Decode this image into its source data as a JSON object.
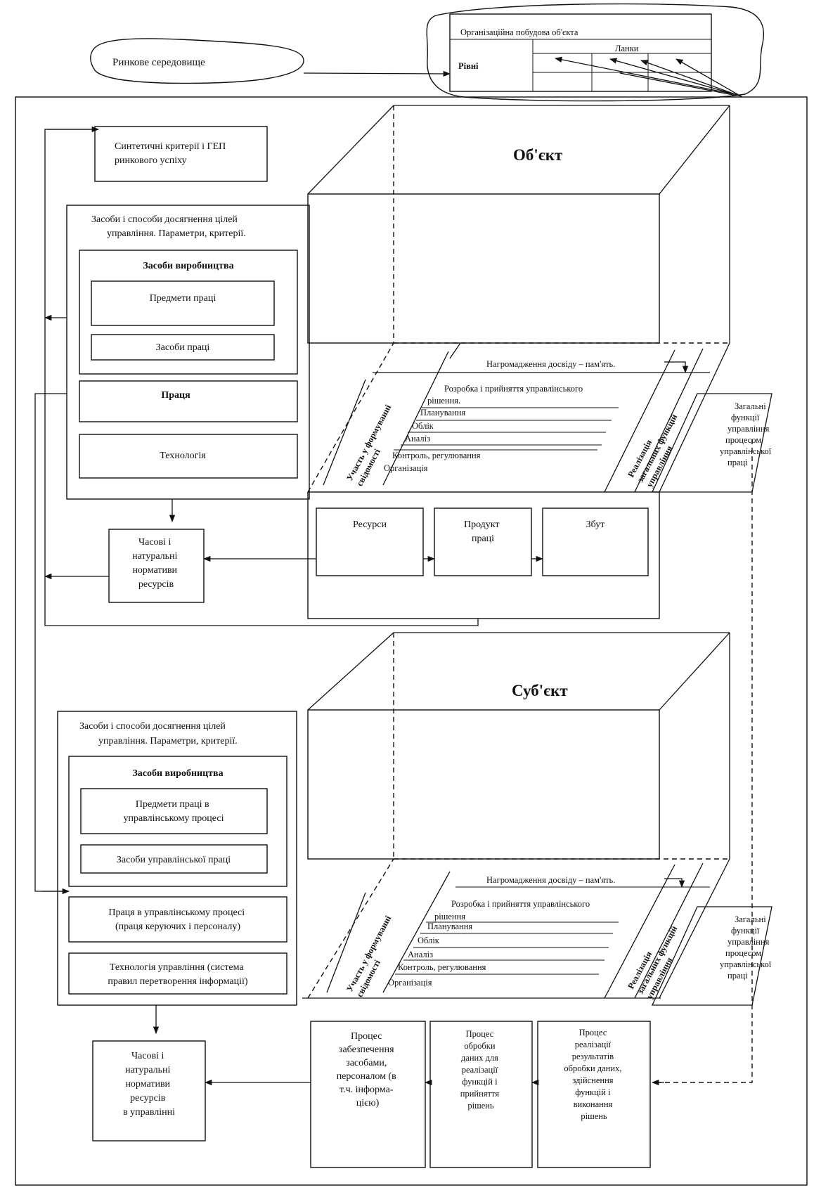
{
  "market": {
    "label": "Ринкове середовище"
  },
  "org_table": {
    "title": "Організаційна побудова об'єкта",
    "levels": "Рівні",
    "links": "Ланки"
  },
  "object": {
    "title": "Об'єкт",
    "criteria": [
      "Синтетичні критерії і ГЕП",
      "ринкового успіху"
    ],
    "means_header": [
      "Засоби і способи досягнення цілей",
      "управління. Параметри, критерії."
    ],
    "production_means": "Засоби виробництва",
    "labor_subjects": "Предмети праці",
    "labor_means": "Засоби праці",
    "labor": "Праця",
    "technology": "Технологія",
    "norms": [
      "Часові і",
      "натуральні",
      "нормативи",
      "ресурсів"
    ],
    "process_boxes": [
      {
        "lines": [
          "Ресурси"
        ]
      },
      {
        "lines": [
          "Продукт",
          "праці"
        ]
      },
      {
        "lines": [
          "Збут"
        ]
      }
    ],
    "side_left": [
      "Участь у формуванні",
      "свідомості"
    ],
    "side_right": [
      "Реалізація",
      "загальних функцій",
      "управління"
    ],
    "accumulation": "Нагромадження досвіду – пам'ять.",
    "functions": [
      "Розробка і прийняття управлінського",
      "рішення.",
      "Планування",
      "Облік",
      "Аналіз",
      "Контроль, регулювання",
      "Організація"
    ],
    "general_functions": [
      "Загальні",
      "функції",
      "управління",
      "процесом",
      "управлінської",
      "праці"
    ]
  },
  "subject": {
    "title": "Суб'єкт",
    "means_header": [
      "Засоби і способи досягнення цілей",
      "управління. Параметри, критерії."
    ],
    "production_means": "Засоби виробництва",
    "labor_subjects": [
      "Предмети праці в",
      "управлінському процесі"
    ],
    "labor_means": "Засоби управлінської праці",
    "labor": [
      "Праця в управлінському процесі",
      "(праця керуючих і персоналу)"
    ],
    "technology": [
      "Технологія управління (система",
      "правил перетворення інформації)"
    ],
    "norms": [
      "Часові і",
      "натуральні",
      "нормативи",
      "ресурсів",
      "в управлінні"
    ],
    "process_boxes": [
      {
        "lines": [
          "Процес",
          "забезпечення",
          "засобами,",
          "персоналом (в",
          "т.ч. інформа-",
          "цією)"
        ]
      },
      {
        "lines": [
          "Процес",
          "обробки",
          "даних для",
          "реалізації",
          "функцій і",
          "прийняття",
          "рішень"
        ]
      },
      {
        "lines": [
          "Процес",
          "реалізації",
          "результатів",
          "обробки даних,",
          "здійснення",
          "функцій і",
          "виконання",
          "рішень"
        ]
      }
    ],
    "side_left": [
      "Участь у формуванні",
      "свідомості"
    ],
    "side_right": [
      "Реалізація",
      "загальних функцій",
      "управління"
    ],
    "accumulation": "Нагромадження досвіду – пам'ять.",
    "functions": [
      "Розробка і прийняття управлінського",
      "рішення",
      "Планування",
      "Облік",
      "Аналіз",
      "Контроль, регулювання",
      "Організація"
    ],
    "general_functions": [
      "Загальні",
      "функції",
      "управління",
      "процесом",
      "управлінської",
      "праці"
    ]
  }
}
